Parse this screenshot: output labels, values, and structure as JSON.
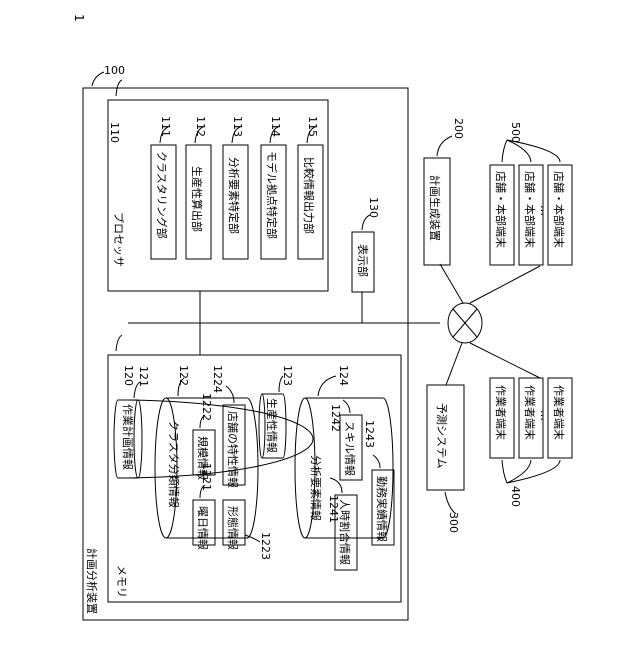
{
  "figure_number": "1",
  "analysis_device": {
    "ref": "100",
    "label": "計画分析装置"
  },
  "processor": {
    "ref": "110",
    "label": "プロセッサ",
    "units": [
      {
        "ref": "111",
        "label": "クラスタリング部"
      },
      {
        "ref": "112",
        "label": "生産性算出部"
      },
      {
        "ref": "113",
        "label": "分析要素特定部"
      },
      {
        "ref": "114",
        "label": "モデル拠点特定部"
      },
      {
        "ref": "115",
        "label": "比較情報出力部"
      }
    ]
  },
  "display": {
    "ref": "130",
    "label": "表示部"
  },
  "memory": {
    "ref": "120",
    "label": "メモリ",
    "work_plan": {
      "ref": "121",
      "label": "作業計画情報"
    },
    "cluster_info": {
      "ref": "122",
      "label": "クラスタ分類情報",
      "items": [
        {
          "ref": "1221",
          "label": "曜日情報"
        },
        {
          "ref": "1222",
          "label": "規模情報"
        },
        {
          "ref": "1223",
          "label": "形態情報"
        },
        {
          "ref": "1224",
          "label": "店舗の特性情報"
        }
      ]
    },
    "productivity": {
      "ref": "123",
      "label": "生産性情報"
    },
    "analysis_elements": {
      "ref": "124",
      "label": "分析要素情報",
      "items": [
        {
          "ref": "1241",
          "label": "人時割合情報"
        },
        {
          "ref": "1242",
          "label": "スキル情報"
        },
        {
          "ref": "1243",
          "label": "勤務実績情報"
        }
      ]
    }
  },
  "plan_generator": {
    "ref": "200",
    "label": "計画生成装置"
  },
  "store_terminals": {
    "ref": "500",
    "items": [
      "店舗・本部端末",
      "店舗・本部端末",
      "店舗・本部端末"
    ],
    "ellipsis": "…"
  },
  "prediction_system": {
    "ref": "300",
    "label": "予測システム"
  },
  "worker_terminals": {
    "ref": "400",
    "items": [
      "作業者端末",
      "作業者端末",
      "作業者端末"
    ],
    "ellipsis": "…"
  }
}
